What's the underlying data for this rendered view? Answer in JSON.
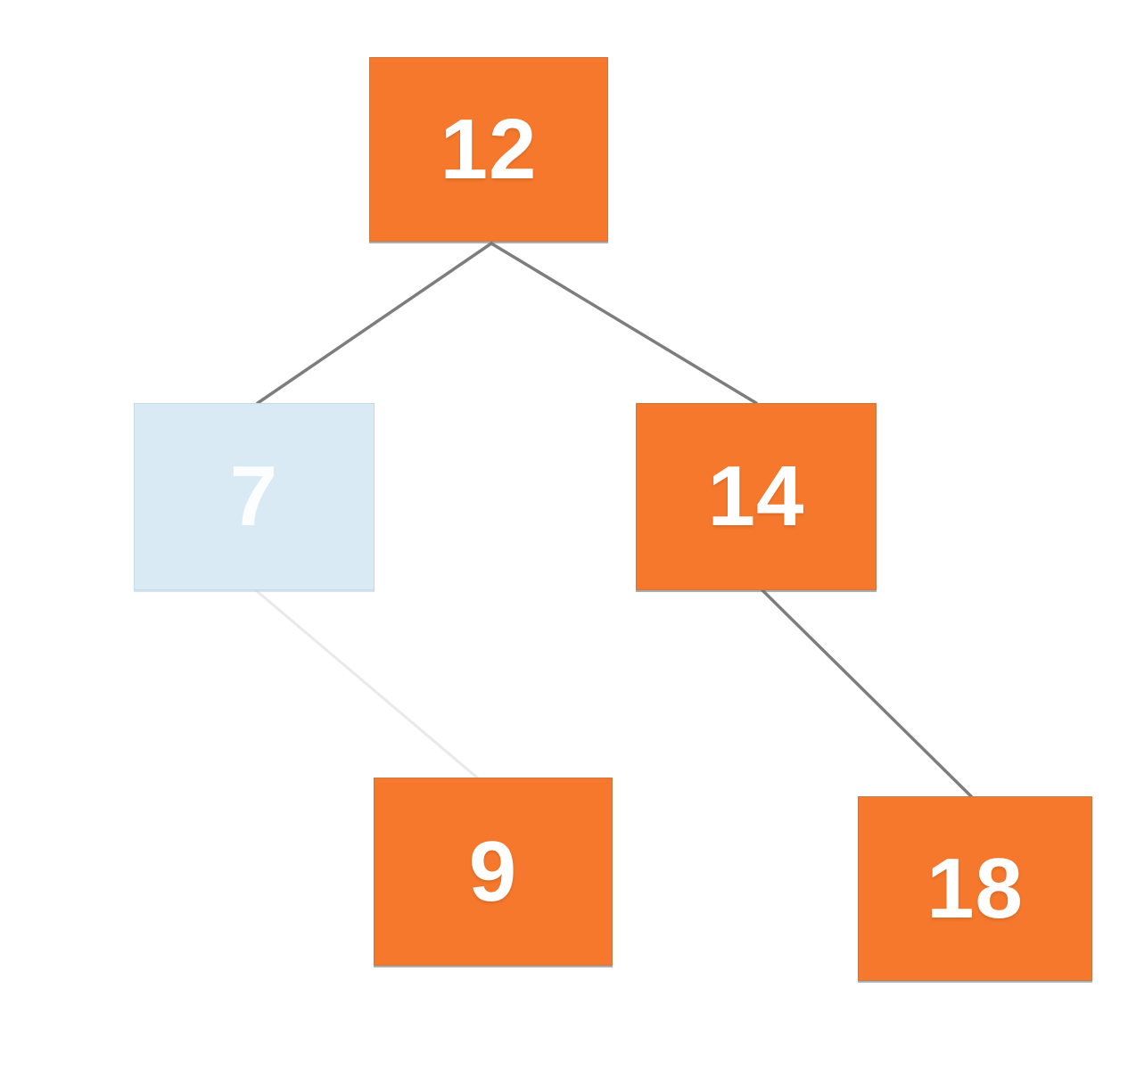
{
  "diagram": {
    "type": "binary-search-tree",
    "nodes": [
      {
        "value": "12",
        "role": "root",
        "state": "normal",
        "color": "#F5782C"
      },
      {
        "value": "7",
        "role": "left-child",
        "state": "highlighted-faded",
        "color": "#D9EAF5"
      },
      {
        "value": "14",
        "role": "right-child",
        "state": "normal",
        "color": "#F5782C"
      },
      {
        "value": "9",
        "role": "leaf",
        "state": "normal",
        "color": "#F5782C"
      },
      {
        "value": "18",
        "role": "leaf",
        "state": "normal",
        "color": "#F5782C"
      }
    ],
    "edges": [
      {
        "from": "12",
        "to": "7",
        "state": "normal"
      },
      {
        "from": "12",
        "to": "14",
        "state": "normal"
      },
      {
        "from": "7",
        "to": "9",
        "state": "faded"
      },
      {
        "from": "14",
        "to": "18",
        "state": "normal"
      }
    ]
  },
  "colors": {
    "background": "#FFFFFF",
    "node_orange": "#F5782C",
    "node_highlight_blue": "#D9EAF5",
    "node_text": "#FFFFFF",
    "edge_gray": "#7D7D7D",
    "edge_faded": "#EAE8E8"
  }
}
